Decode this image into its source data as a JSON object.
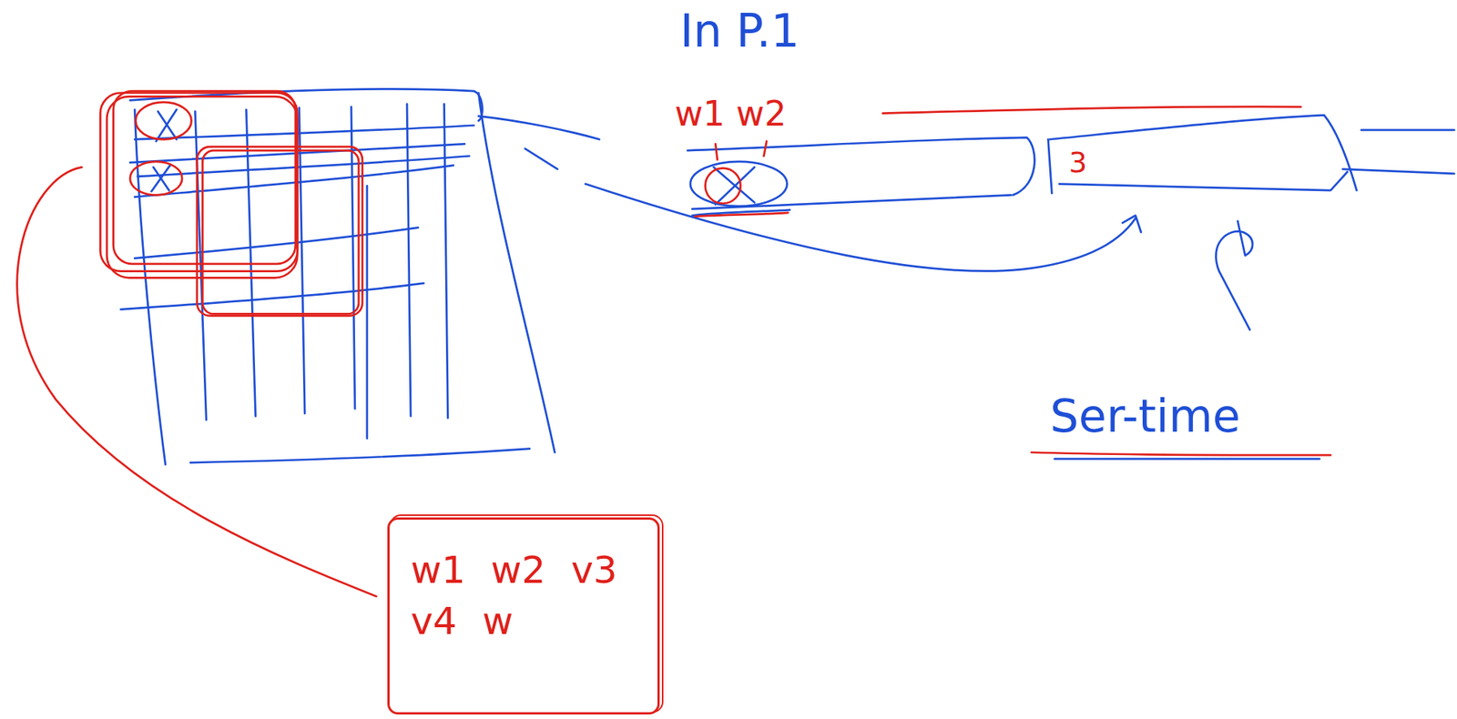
{
  "diagram": {
    "nodes": [
      {
        "text": [
          "w1 w2 v3 v4 w"
        ]
      }
    ],
    "labels": [
      "In P.1",
      "w1 w2",
      "3",
      "Ser-time"
    ]
  }
}
